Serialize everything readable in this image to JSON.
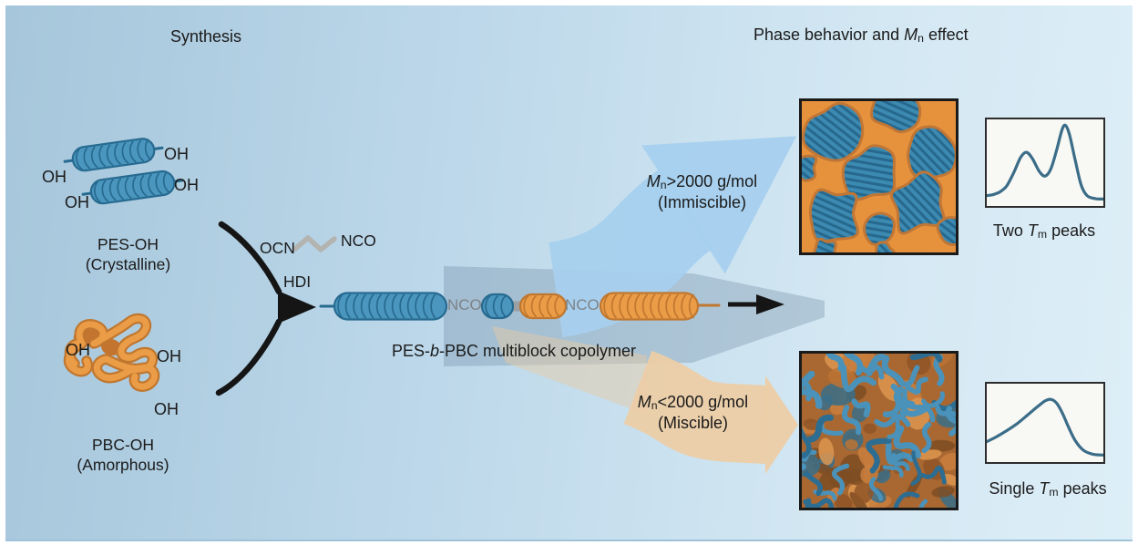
{
  "header": {
    "left_title": "Synthesis",
    "right_title": {
      "pre": "Phase behavior and ",
      "var": "M",
      "sub": "n",
      "post": " effect"
    }
  },
  "synthesis": {
    "pes": {
      "name": "PES-OH",
      "state": "(Crystalline)",
      "oh_labels": [
        "OH",
        "OH",
        "OH",
        "OH"
      ]
    },
    "pbc": {
      "name": "PBC-OH",
      "state": "(Amorphous)",
      "oh_labels": [
        "OH",
        "OH",
        "OH"
      ]
    },
    "linker": {
      "left_group": "OCN",
      "right_group": "NCO",
      "name": "HDI"
    },
    "product": {
      "pre": "PES-",
      "b": "b",
      "post": "-PBC multiblock copolymer",
      "chain_nco": [
        "NCO",
        "NCO"
      ]
    }
  },
  "branches": {
    "immiscible": {
      "var": "M",
      "sub": "n",
      "cond": ">2000 g/mol",
      "state": "(Immiscible)"
    },
    "miscible": {
      "var": "M",
      "sub": "n",
      "cond": "<2000 g/mol",
      "state": "(Miscible)"
    }
  },
  "captions": {
    "two": {
      "pre": "Two ",
      "var": "T",
      "sub": "m",
      "post": " peaks"
    },
    "single": {
      "pre": "Single ",
      "var": "T",
      "sub": "m",
      "post": " peaks"
    }
  },
  "chart_data": [
    {
      "type": "line",
      "name": "immiscible-thermogram",
      "caption": "Two Tm peaks",
      "axes_visible": false,
      "grid": false,
      "x_norm": [
        0,
        0.05,
        0.11,
        0.17,
        0.23,
        0.29,
        0.34,
        0.39,
        0.45,
        0.5,
        0.55,
        0.6,
        0.645,
        0.675,
        0.71,
        0.76,
        0.81,
        0.86,
        0.93,
        1.0
      ],
      "y_norm": [
        0.12,
        0.13,
        0.16,
        0.23,
        0.38,
        0.56,
        0.62,
        0.55,
        0.4,
        0.345,
        0.43,
        0.65,
        0.88,
        0.93,
        0.82,
        0.52,
        0.24,
        0.12,
        0.085,
        0.08
      ],
      "peak_count": 2
    },
    {
      "type": "line",
      "name": "miscible-thermogram",
      "caption": "Single Tm peaks",
      "axes_visible": false,
      "grid": false,
      "x_norm": [
        0,
        0.08,
        0.17,
        0.26,
        0.35,
        0.43,
        0.5,
        0.55,
        0.6,
        0.65,
        0.7,
        0.76,
        0.83,
        0.91,
        1.0
      ],
      "y_norm": [
        0.26,
        0.32,
        0.4,
        0.49,
        0.6,
        0.7,
        0.78,
        0.8,
        0.75,
        0.62,
        0.45,
        0.27,
        0.15,
        0.1,
        0.09
      ],
      "peak_count": 1
    }
  ],
  "colors": {
    "pes_blue": "#4b96be",
    "pes_blue_dark": "#276a90",
    "pbc_orange": "#eb9c47",
    "pbc_orange_dark": "#c0772f",
    "pbc_patch": "#c3742f",
    "arrow_blue": "#a7d0ee",
    "arrow_tan": "#eccea7",
    "band_gray_blue": "rgba(105,135,160,0.32)",
    "band_tan": "rgba(232,201,162,0.45)",
    "matrix_orange": "#e6923d",
    "blob_halo": "#c07635",
    "blob_blue": "#3c8ab2",
    "blob_stripe_dark": "#27688e",
    "mis_base": "#a96832",
    "mis_patches": [
      "#c97f3e",
      "#8f5527",
      "#dd9750",
      "#bc7334",
      "#7e4e23",
      "#3a6f8a"
    ],
    "mis_blue": "#4a92ba",
    "mis_blue_dark": "#2d6d92",
    "curve": "#3b6d88",
    "black": "#151515",
    "gray_label": "#7d8388",
    "zigzag_gray": "#b3b3b0"
  }
}
